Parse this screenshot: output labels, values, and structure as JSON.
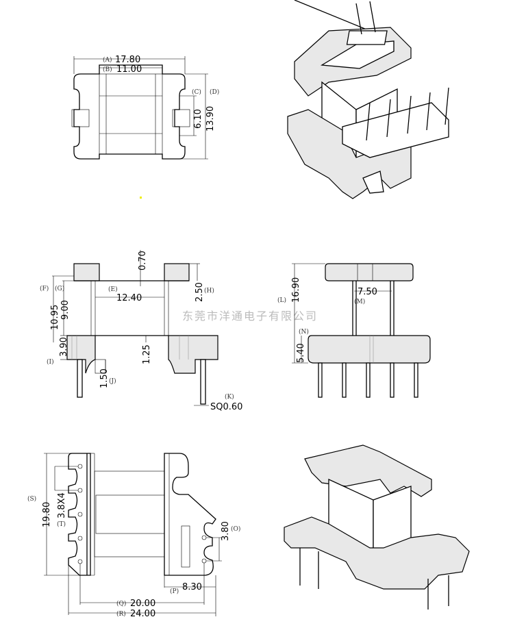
{
  "watermark": "东莞市洋通电子有限公司",
  "top_view": {
    "A": {
      "label": "(A)",
      "value": "17.80"
    },
    "B": {
      "label": "(B)",
      "value": "11.00"
    },
    "C": {
      "label": "(C)",
      "value": "6.10"
    },
    "D": {
      "label": "(D)",
      "value": "13.90"
    }
  },
  "front_view": {
    "top_gap": {
      "value": "0.70"
    },
    "E": {
      "label": "(E)",
      "value": "12.40"
    },
    "H": {
      "label": "(H)",
      "value": "2.50"
    },
    "F": {
      "label": "(F)",
      "value": "10.95"
    },
    "G": {
      "label": "(G)",
      "value": "9.00"
    },
    "I": {
      "label": "(I)",
      "value": "3.90"
    },
    "wall": {
      "value": "1.25"
    },
    "J": {
      "label": "(J)",
      "value": "1.50"
    },
    "K": {
      "label": "(K)",
      "value": "SQ0.60"
    }
  },
  "side_view": {
    "L": {
      "label": "(L)",
      "value": "16.90"
    },
    "M": {
      "label": "(M)",
      "value": "7.50"
    },
    "N": {
      "label": "(N)",
      "value": "5.40"
    }
  },
  "bottom_view": {
    "S": {
      "label": "(S)",
      "value": "19.80"
    },
    "T": {
      "label": "(T)",
      "value": "3.8X4"
    },
    "O": {
      "label": "(O)",
      "value": "3.80"
    },
    "P": {
      "label": "(P)",
      "value": "8.30"
    },
    "Q": {
      "label": "(Q)",
      "value": "20.00"
    },
    "R": {
      "label": "(R)",
      "value": "24.00"
    }
  }
}
